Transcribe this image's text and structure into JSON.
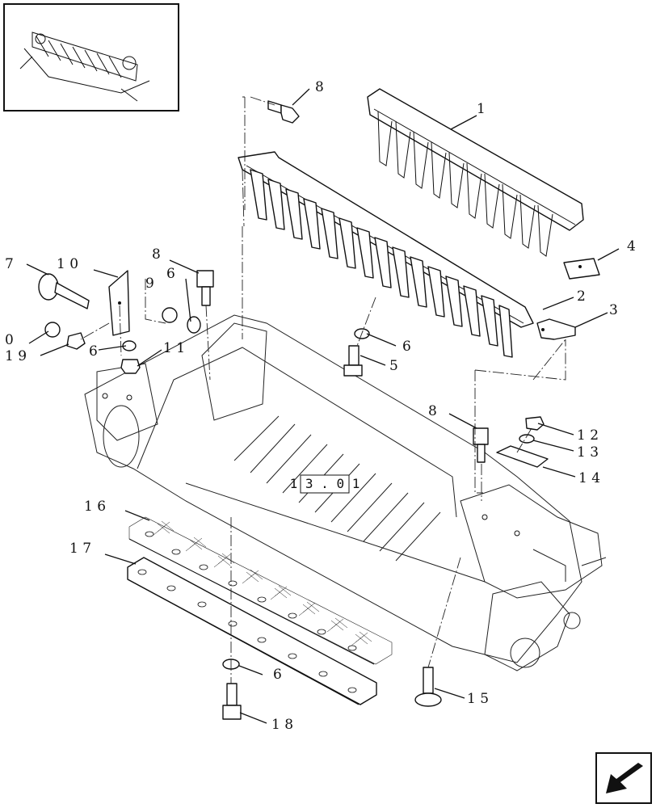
{
  "callouts": {
    "c1": "1",
    "c2": "2",
    "c3": "3",
    "c4": "4",
    "c5": "5",
    "c6a": "6",
    "c6b": "6",
    "c6c": "6",
    "c6d": "6",
    "c7": "7",
    "c8a": "8",
    "c8b": "8",
    "c8c": "8",
    "c9": "9",
    "c10": "1 0",
    "c11": "1 1",
    "c12": "1 2",
    "c13": "1 3",
    "c14": "1 4",
    "c15": "1 5",
    "c16": "1 6",
    "c17": "1 7",
    "c18": "1 8",
    "c19": "1 9",
    "c20": "0"
  },
  "reference_box": "1 3 . 0 1",
  "icons": {
    "thumbnail": "assembly-thumbnail-icon",
    "navigation": "previous-page-arrow-icon"
  }
}
